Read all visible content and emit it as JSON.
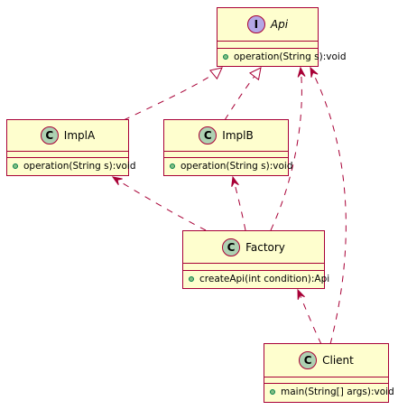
{
  "colors": {
    "class_fill": "#FEFECE",
    "class_border": "#A80036",
    "class_badge": "#ADD1B2",
    "interface_badge": "#B4A7E5",
    "method_dot": "#84BE84",
    "arrow": "#A80036"
  },
  "classes": [
    {
      "id": "api",
      "stereotype": "I",
      "name": "Api",
      "italic": true,
      "methods": [
        "operation(String s):void"
      ]
    },
    {
      "id": "impla",
      "stereotype": "C",
      "name": "ImplA",
      "italic": false,
      "methods": [
        "operation(String s):void"
      ]
    },
    {
      "id": "implb",
      "stereotype": "C",
      "name": "ImplB",
      "italic": false,
      "methods": [
        "operation(String s):void"
      ]
    },
    {
      "id": "factory",
      "stereotype": "C",
      "name": "Factory",
      "italic": false,
      "methods": [
        "createApi(int condition):Api"
      ]
    },
    {
      "id": "client",
      "stereotype": "C",
      "name": "Client",
      "italic": false,
      "methods": [
        "main(String[] args):void"
      ]
    }
  ],
  "relations": [
    {
      "from": "impla",
      "to": "api",
      "kind": "realization"
    },
    {
      "from": "implb",
      "to": "api",
      "kind": "realization"
    },
    {
      "from": "factory",
      "to": "impla",
      "kind": "dependency"
    },
    {
      "from": "factory",
      "to": "implb",
      "kind": "dependency"
    },
    {
      "from": "factory",
      "to": "api",
      "kind": "dependency"
    },
    {
      "from": "client",
      "to": "factory",
      "kind": "dependency"
    },
    {
      "from": "client",
      "to": "api",
      "kind": "dependency"
    }
  ]
}
